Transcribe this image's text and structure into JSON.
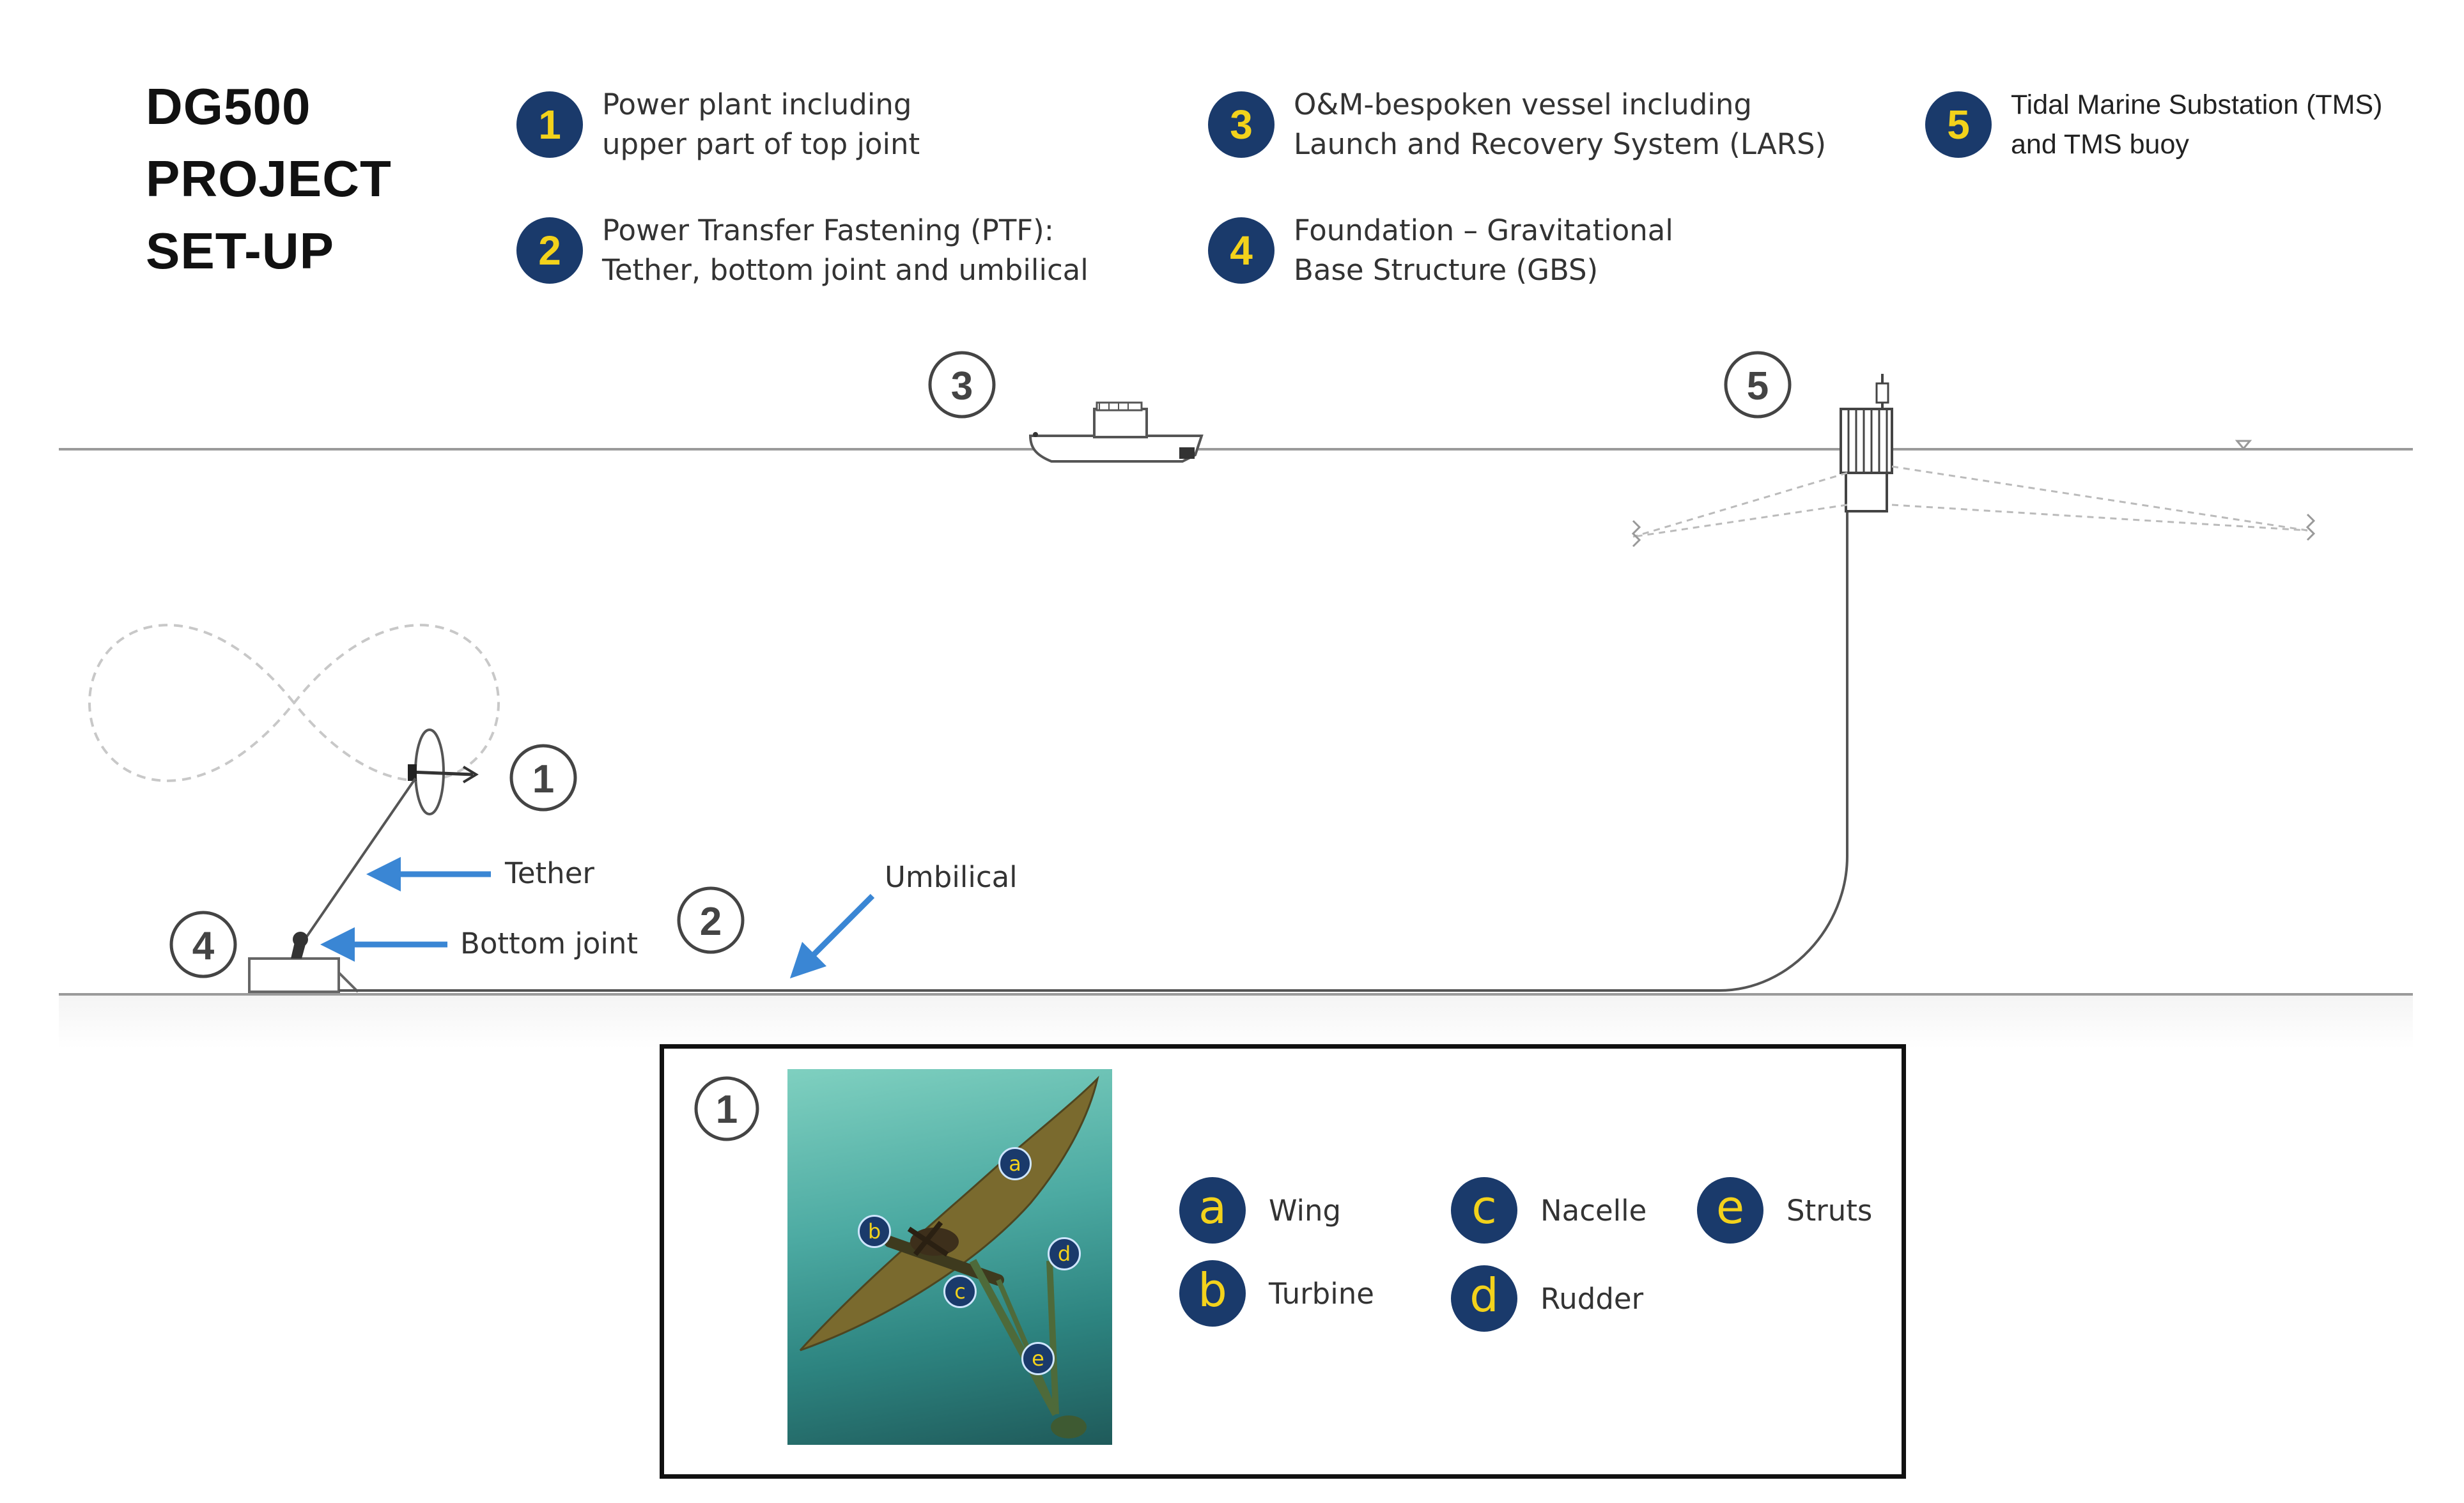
{
  "title": {
    "line1": "DG500",
    "line2": "PROJECT",
    "line3": "SET-UP"
  },
  "legend": [
    {
      "num": "1",
      "line1": "Power plant including",
      "line2": "upper part of top joint"
    },
    {
      "num": "2",
      "line1": "Power Transfer Fastening (PTF):",
      "line2": "Tether, bottom joint and umbilical"
    },
    {
      "num": "3",
      "line1": "O&M-bespoken vessel including",
      "line2": "Launch and Recovery System (LARS)"
    },
    {
      "num": "4",
      "line1": "Foundation – Gravitational",
      "line2": "Base Structure (GBS)"
    },
    {
      "num": "5",
      "line1": "Tidal Marine Substation (TMS)",
      "line2": "and TMS buoy"
    }
  ],
  "diagram": {
    "callouts": {
      "c1": "1",
      "c2": "2",
      "c3": "3",
      "c4": "4",
      "c5": "5"
    },
    "labels": {
      "tether": "Tether",
      "bottom_joint": "Bottom joint",
      "umbilical": "Umbilical"
    }
  },
  "inset": {
    "callout": "1",
    "photo_badges": {
      "a": "a",
      "b": "b",
      "c": "c",
      "d": "d",
      "e": "e"
    },
    "parts": [
      {
        "letter": "a",
        "name": "Wing"
      },
      {
        "letter": "b",
        "name": "Turbine"
      },
      {
        "letter": "c",
        "name": "Nacelle"
      },
      {
        "letter": "d",
        "name": "Rudder"
      },
      {
        "letter": "e",
        "name": "Struts"
      }
    ]
  },
  "colors": {
    "badge_bg": "#1a3a6b",
    "badge_fg": "#f3d21b",
    "arrow": "#3a86d4"
  }
}
